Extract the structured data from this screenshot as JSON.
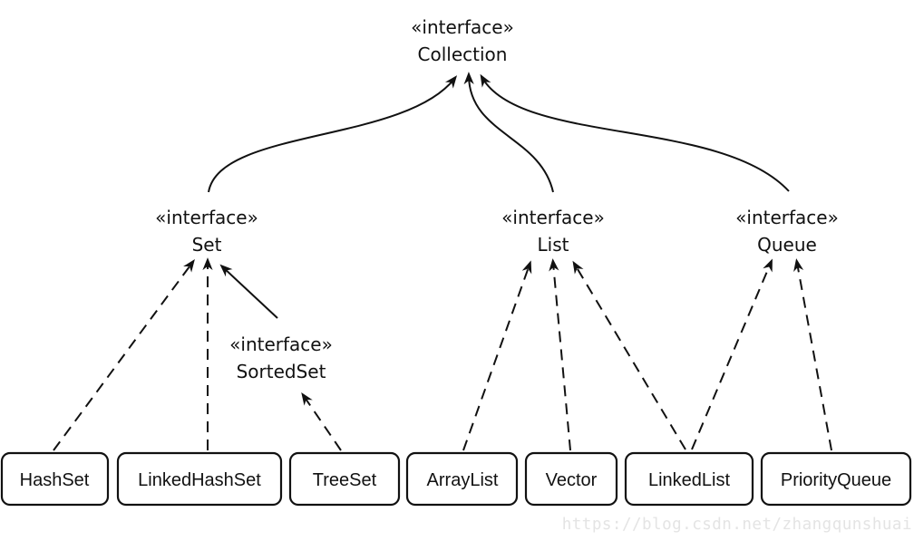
{
  "diagram": {
    "kind": "uml-class-diagram",
    "interfaces": {
      "collection": {
        "stereotype": "«interface»",
        "name": "Collection"
      },
      "set": {
        "stereotype": "«interface»",
        "name": "Set"
      },
      "list": {
        "stereotype": "«interface»",
        "name": "List"
      },
      "queue": {
        "stereotype": "«interface»",
        "name": "Queue"
      },
      "sortedset": {
        "stereotype": "«interface»",
        "name": "SortedSet"
      }
    },
    "classes": [
      {
        "label": "HashSet"
      },
      {
        "label": "LinkedHashSet"
      },
      {
        "label": "TreeSet"
      },
      {
        "label": "ArrayList"
      },
      {
        "label": "Vector"
      },
      {
        "label": "LinkedList"
      },
      {
        "label": "PriorityQueue"
      }
    ],
    "relationships": [
      {
        "from": "Set",
        "to": "Collection",
        "line": "solid"
      },
      {
        "from": "List",
        "to": "Collection",
        "line": "solid"
      },
      {
        "from": "Queue",
        "to": "Collection",
        "line": "solid"
      },
      {
        "from": "HashSet",
        "to": "Set",
        "line": "dashed"
      },
      {
        "from": "LinkedHashSet",
        "to": "Set",
        "line": "dashed"
      },
      {
        "from": "SortedSet",
        "to": "Set",
        "line": "solid"
      },
      {
        "from": "TreeSet",
        "to": "SortedSet",
        "line": "dashed"
      },
      {
        "from": "ArrayList",
        "to": "List",
        "line": "dashed"
      },
      {
        "from": "Vector",
        "to": "List",
        "line": "dashed"
      },
      {
        "from": "LinkedList",
        "to": "List",
        "line": "dashed"
      },
      {
        "from": "LinkedList",
        "to": "Queue",
        "line": "dashed"
      },
      {
        "from": "PriorityQueue",
        "to": "Queue",
        "line": "dashed"
      }
    ],
    "watermark": "https://blog.csdn.net/zhangqunshuai",
    "colors": {
      "line": "#111111",
      "box_fill": "#ffffff",
      "watermark": "#e4e4e4",
      "background": "#ffffff"
    }
  }
}
